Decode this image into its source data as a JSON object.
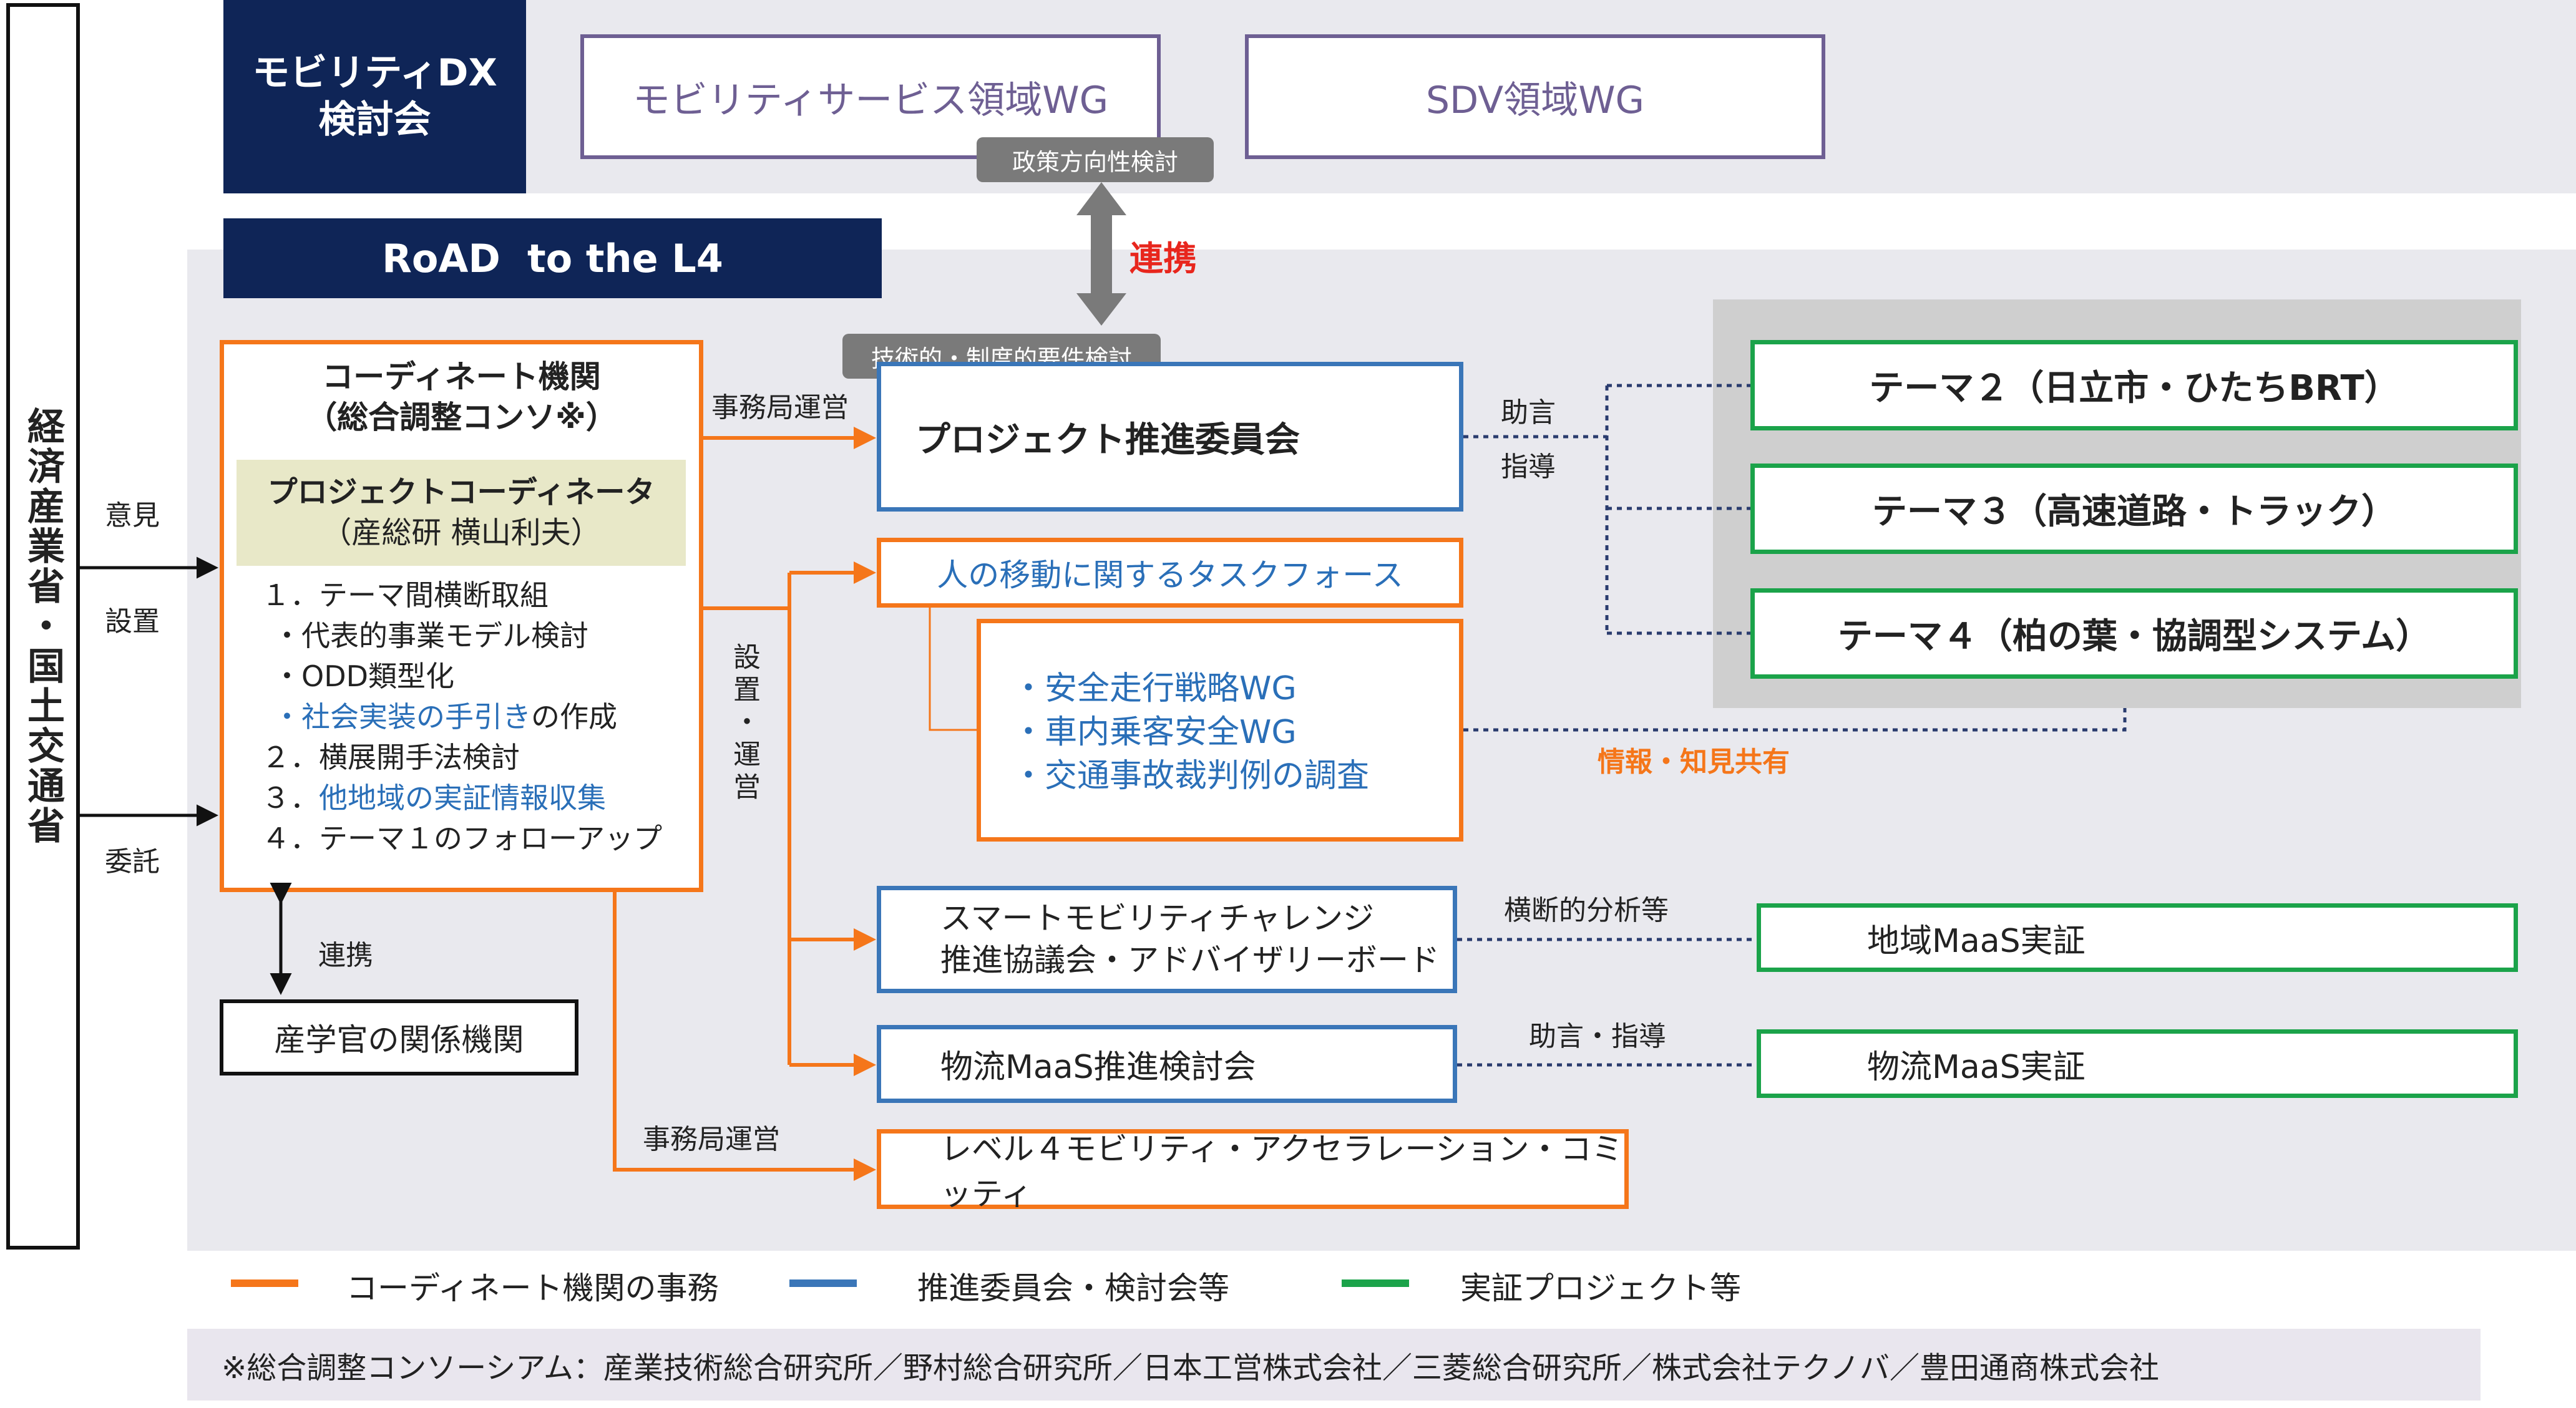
{
  "left_bar": {
    "text": "経済産業省・国土交通省"
  },
  "left_labels": {
    "opinion": "意見",
    "setup": "設置",
    "commission": "委託"
  },
  "dx": {
    "title": "モビリティDX\n検討会"
  },
  "dx_wg": [
    {
      "label": "モビリティサービス領域WG"
    },
    {
      "label": "SDV領域WG"
    }
  ],
  "tags": {
    "policy": "政策方向性検討",
    "tech": "技術的・制度的要件検討"
  },
  "road": {
    "title": "RoAD  to the L4"
  },
  "renkei": "連携",
  "coord": {
    "title1": "コーディネート機関",
    "title2": "（総合調整コンソ※）",
    "pc_title": "プロジェクトコーディネータ",
    "pc_name": "（産総研 横山利夫）",
    "items": [
      {
        "text": "１．テーマ間横断取組"
      },
      {
        "text": "・代表的事業モデル検討"
      },
      {
        "text": "・ODD類型化"
      },
      {
        "text_blue": "・社会実装の手引き",
        "text_tail": "の作成"
      },
      {
        "text": "２．横展開手法検討"
      },
      {
        "text": "３．",
        "text_blue": "他地域の実証情報収集"
      },
      {
        "text": "４．テーマ１のフォローアップ"
      }
    ]
  },
  "arrows": {
    "jimukyoku1": "事務局運営",
    "jimukyoku2": "事務局運営",
    "setchi_unei": "設置・運営",
    "renkei_down": "連携"
  },
  "committee": {
    "title": "プロジェクト推進委員会"
  },
  "advice1": {
    "line1": "助言",
    "line2": "指導"
  },
  "themes": [
    {
      "label": "テーマ２（日立市・ひたちBRT）"
    },
    {
      "label": "テーマ３（高速道路・トラック）"
    },
    {
      "label": "テーマ４（柏の葉・協調型システム）"
    }
  ],
  "taskforce": {
    "title": "人の移動に関するタスクフォース"
  },
  "wg_list": [
    {
      "text": "・安全走行戦略WG"
    },
    {
      "text": "・車内乗客安全WG"
    },
    {
      "text": "・交通事故裁判例の調査"
    }
  ],
  "share": "情報・知見共有",
  "smart": {
    "line1": "スマートモビリティチャレンジ",
    "line2": "推進協議会・アドバイザリーボード"
  },
  "cross": "横断的分析等",
  "maas_region": "地域MaaS実証",
  "logistics": {
    "title": "物流MaaS推進検討会"
  },
  "advice2": "助言・指導",
  "maas_logistics": "物流MaaS実証",
  "level4": {
    "title": "レベル４モビリティ・アクセラレーション・コミッティ"
  },
  "industry": {
    "title": "産学官の関係機関"
  },
  "legend": [
    {
      "label": "コーディネート機関の事務",
      "color": "#f5761a"
    },
    {
      "label": "推進委員会・検討会等",
      "color": "#3a76b8"
    },
    {
      "label": "実証プロジェクト等",
      "color": "#1ba34a"
    }
  ],
  "footnote": "※総合調整コンソーシアム：産業技術総合研究所／野村総合研究所／日本工営株式会社／三菱総合研究所／株式会社テクノバ／豊田通商株式会社",
  "colors": {
    "navy": "#0f2557",
    "orange": "#f5761a",
    "blue": "#3a76b8",
    "green": "#1ba34a",
    "red": "#e8261d",
    "purple": "#6e5f93"
  }
}
